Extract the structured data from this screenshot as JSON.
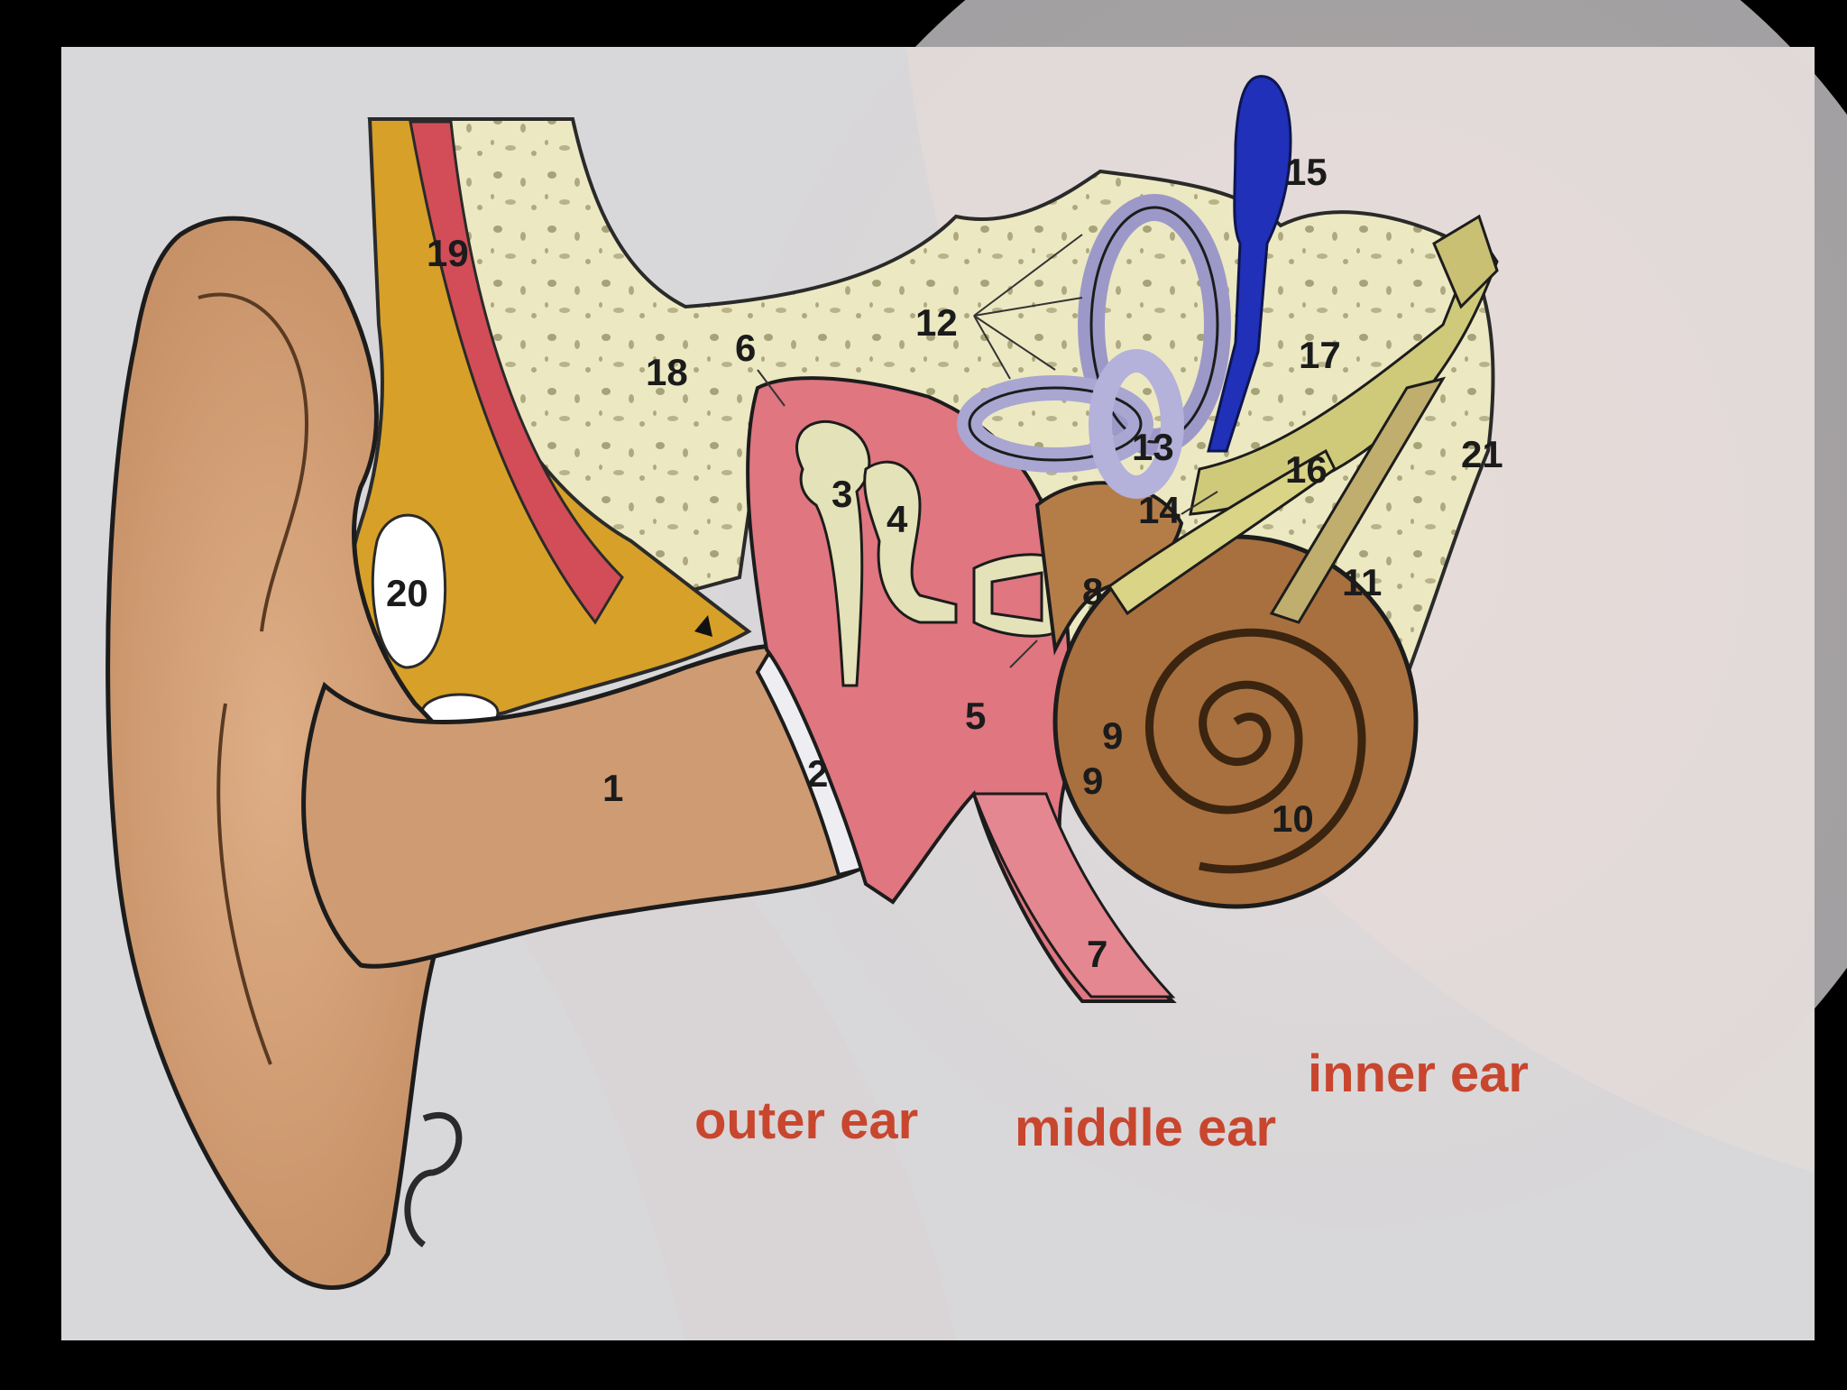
{
  "colors": {
    "background": "#000000",
    "panel": "#d8d8da",
    "skin": "#d9a57c",
    "skin_dark": "#b9815a",
    "bone": "#eae7bf",
    "fat": "#d7a028",
    "muscle": "#d24d57",
    "middle_ear": "#df7680",
    "ossicle": "#e3e2b8",
    "canal": "#b6b4d6",
    "cochlea": "#a8703e",
    "sac": "#2030b8",
    "nerve": "#cfca7a",
    "region_label": "#c8462e"
  },
  "regions": {
    "outer": "outer ear",
    "middle": "middle ear",
    "inner": "inner ear"
  },
  "labels": {
    "n1": "1",
    "n2": "2",
    "n3": "3",
    "n4": "4",
    "n5": "5",
    "n6": "6",
    "n7": "7",
    "n8": "8",
    "n9": "9",
    "n10": "10",
    "n11": "11",
    "n12": "12",
    "n13": "13",
    "n14": "14",
    "n15": "15",
    "n16": "16",
    "n17": "17",
    "n18": "18",
    "n19": "19",
    "n20": "20",
    "n21": "21"
  }
}
